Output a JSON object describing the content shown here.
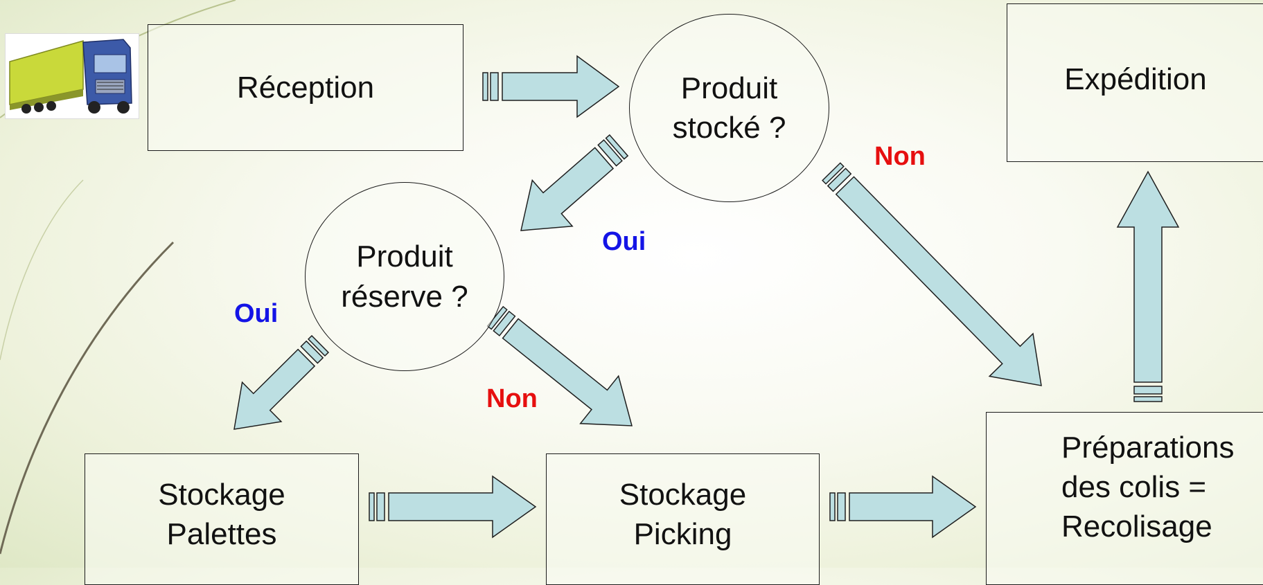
{
  "colors": {
    "arrow_fill": "#bcdfe2",
    "arrow_stroke": "#1f1f1f",
    "oui": "#1414e6",
    "non": "#e60f0f",
    "trailer": "#c9d93a",
    "cab": "#3c5aa8"
  },
  "boxes": {
    "reception": "Réception",
    "produit_stocke": "Produit\nstocké ?",
    "produit_reserve": "Produit\nréserve ?",
    "expedition": "Expédition",
    "stockage_palettes": "Stockage\nPalettes",
    "stockage_picking": "Stockage\nPicking",
    "preparations": "Préparations\ndes colis =\nRecolisage"
  },
  "labels": {
    "non_stocke": "Non",
    "oui_stocke": "Oui",
    "oui_reserve": "Oui",
    "non_reserve": "Non"
  },
  "icons": {
    "truck": "truck-icon"
  }
}
